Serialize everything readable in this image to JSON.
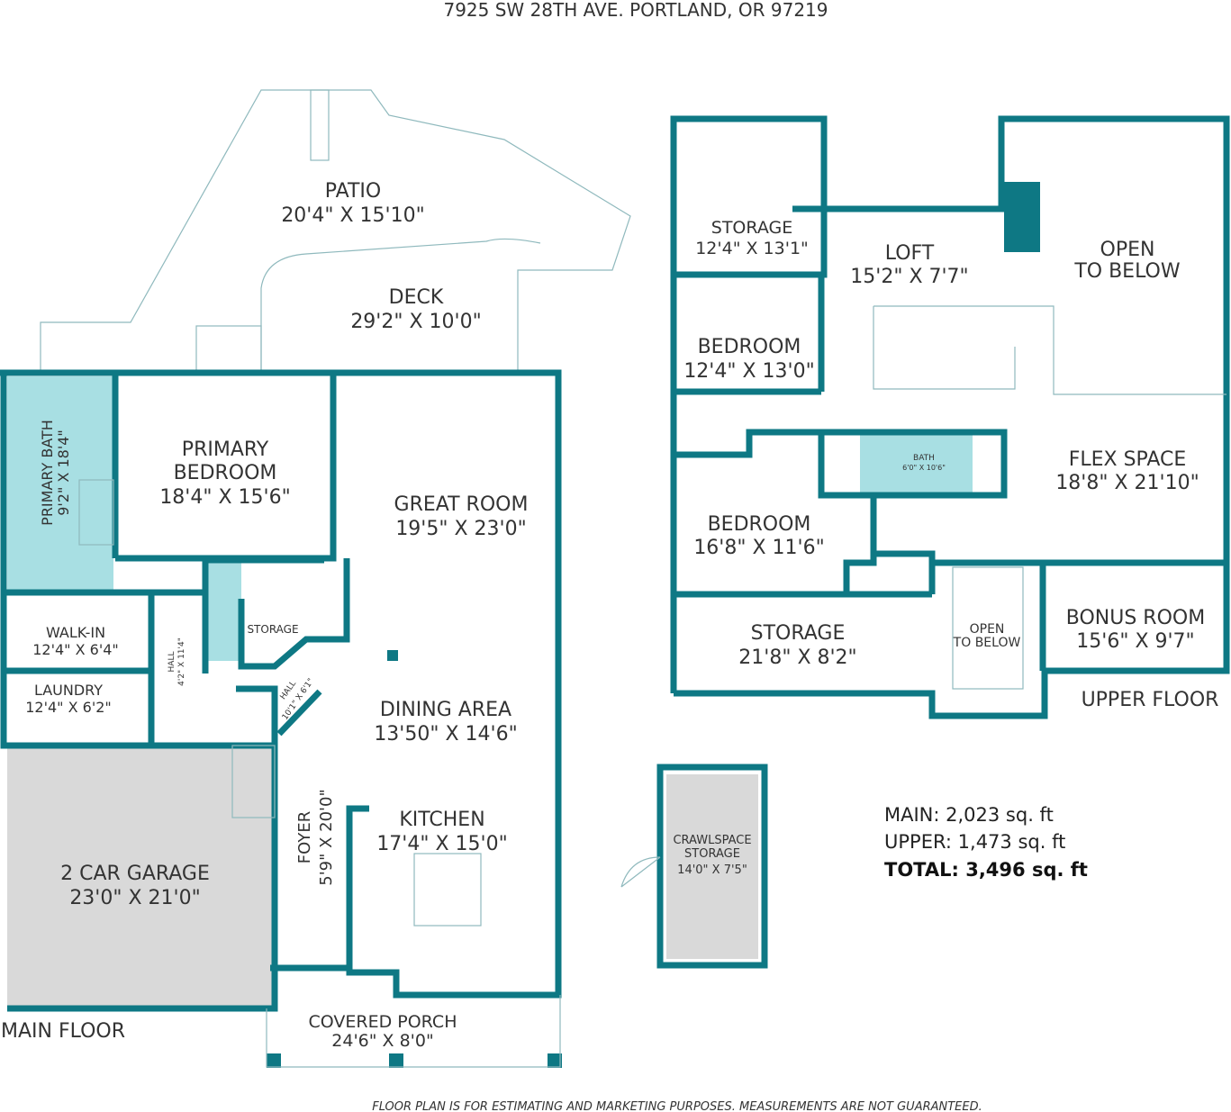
{
  "title": "7925 SW 28TH AVE. PORTLAND, OR 97219",
  "colors": {
    "wall": "#0e7884",
    "bath": "#a8dfe3",
    "garage": "#d9d9d9"
  },
  "main_floor": {
    "label": "MAIN FLOOR",
    "rooms": {
      "patio": {
        "name": "PATIO",
        "dims": "20'4\" X 15'10\""
      },
      "deck": {
        "name": "DECK",
        "dims": "29'2\" X 10'0\""
      },
      "primary_bath": {
        "name": "PRIMARY BATH",
        "dims": "9'2\" X 18'4\""
      },
      "primary_bedroom": {
        "name1": "PRIMARY",
        "name2": "BEDROOM",
        "dims": "18'4\" X 15'6\""
      },
      "great_room": {
        "name": "GREAT ROOM",
        "dims": "19'5\" X 23'0\""
      },
      "walk_in": {
        "name": "WALK-IN",
        "dims": "12'4\" X 6'4\""
      },
      "laundry": {
        "name": "LAUNDRY",
        "dims": "12'4\" X 6'2\""
      },
      "hall1": {
        "name": "HALL",
        "dims": "4'2\" X 11'4\""
      },
      "storage": {
        "name": "STORAGE"
      },
      "hall2": {
        "name": "HALL",
        "dims": "10'1\" X 6'1\""
      },
      "dining": {
        "name": "DINING AREA",
        "dims": "13'50\" X 14'6\""
      },
      "garage": {
        "name": "2 CAR GARAGE",
        "dims": "23'0\" X 21'0\""
      },
      "foyer": {
        "name": "FOYER",
        "dims": "5'9\" X 20'0\""
      },
      "kitchen": {
        "name": "KITCHEN",
        "dims": "17'4\" X 15'0\""
      },
      "porch": {
        "name": "COVERED PORCH",
        "dims": "24'6\" X 8'0\""
      }
    }
  },
  "upper_floor": {
    "label": "UPPER FLOOR",
    "rooms": {
      "storage1": {
        "name": "STORAGE",
        "dims": "12'4\" X 13'1\""
      },
      "loft": {
        "name": "LOFT",
        "dims": "15'2\" X 7'7\""
      },
      "open1": {
        "name1": "OPEN",
        "name2": "TO BELOW"
      },
      "bedroom1": {
        "name": "BEDROOM",
        "dims": "12'4\" X 13'0\""
      },
      "bath": {
        "name": "BATH",
        "dims": "6'0\" X 10'6\""
      },
      "flex": {
        "name": "FLEX SPACE",
        "dims": "18'8\" X 21'10\""
      },
      "bedroom2": {
        "name": "BEDROOM",
        "dims": "16'8\" X 11'6\""
      },
      "storage2": {
        "name": "STORAGE",
        "dims": "21'8\" X 8'2\""
      },
      "open2": {
        "name1": "OPEN",
        "name2": "TO BELOW"
      },
      "bonus": {
        "name": "BONUS ROOM",
        "dims": "15'6\" X 9'7\""
      }
    }
  },
  "crawlspace": {
    "name1": "CRAWLSPACE",
    "name2": "STORAGE",
    "dims": "14'0\" X 7'5\""
  },
  "area": {
    "main": "MAIN: 2,023 sq. ft",
    "upper": "UPPER: 1,473 sq. ft",
    "total": "TOTAL: 3,496 sq. ft"
  },
  "disclaimer": "FLOOR PLAN IS FOR ESTIMATING AND MARKETING PURPOSES. MEASUREMENTS ARE NOT GUARANTEED."
}
